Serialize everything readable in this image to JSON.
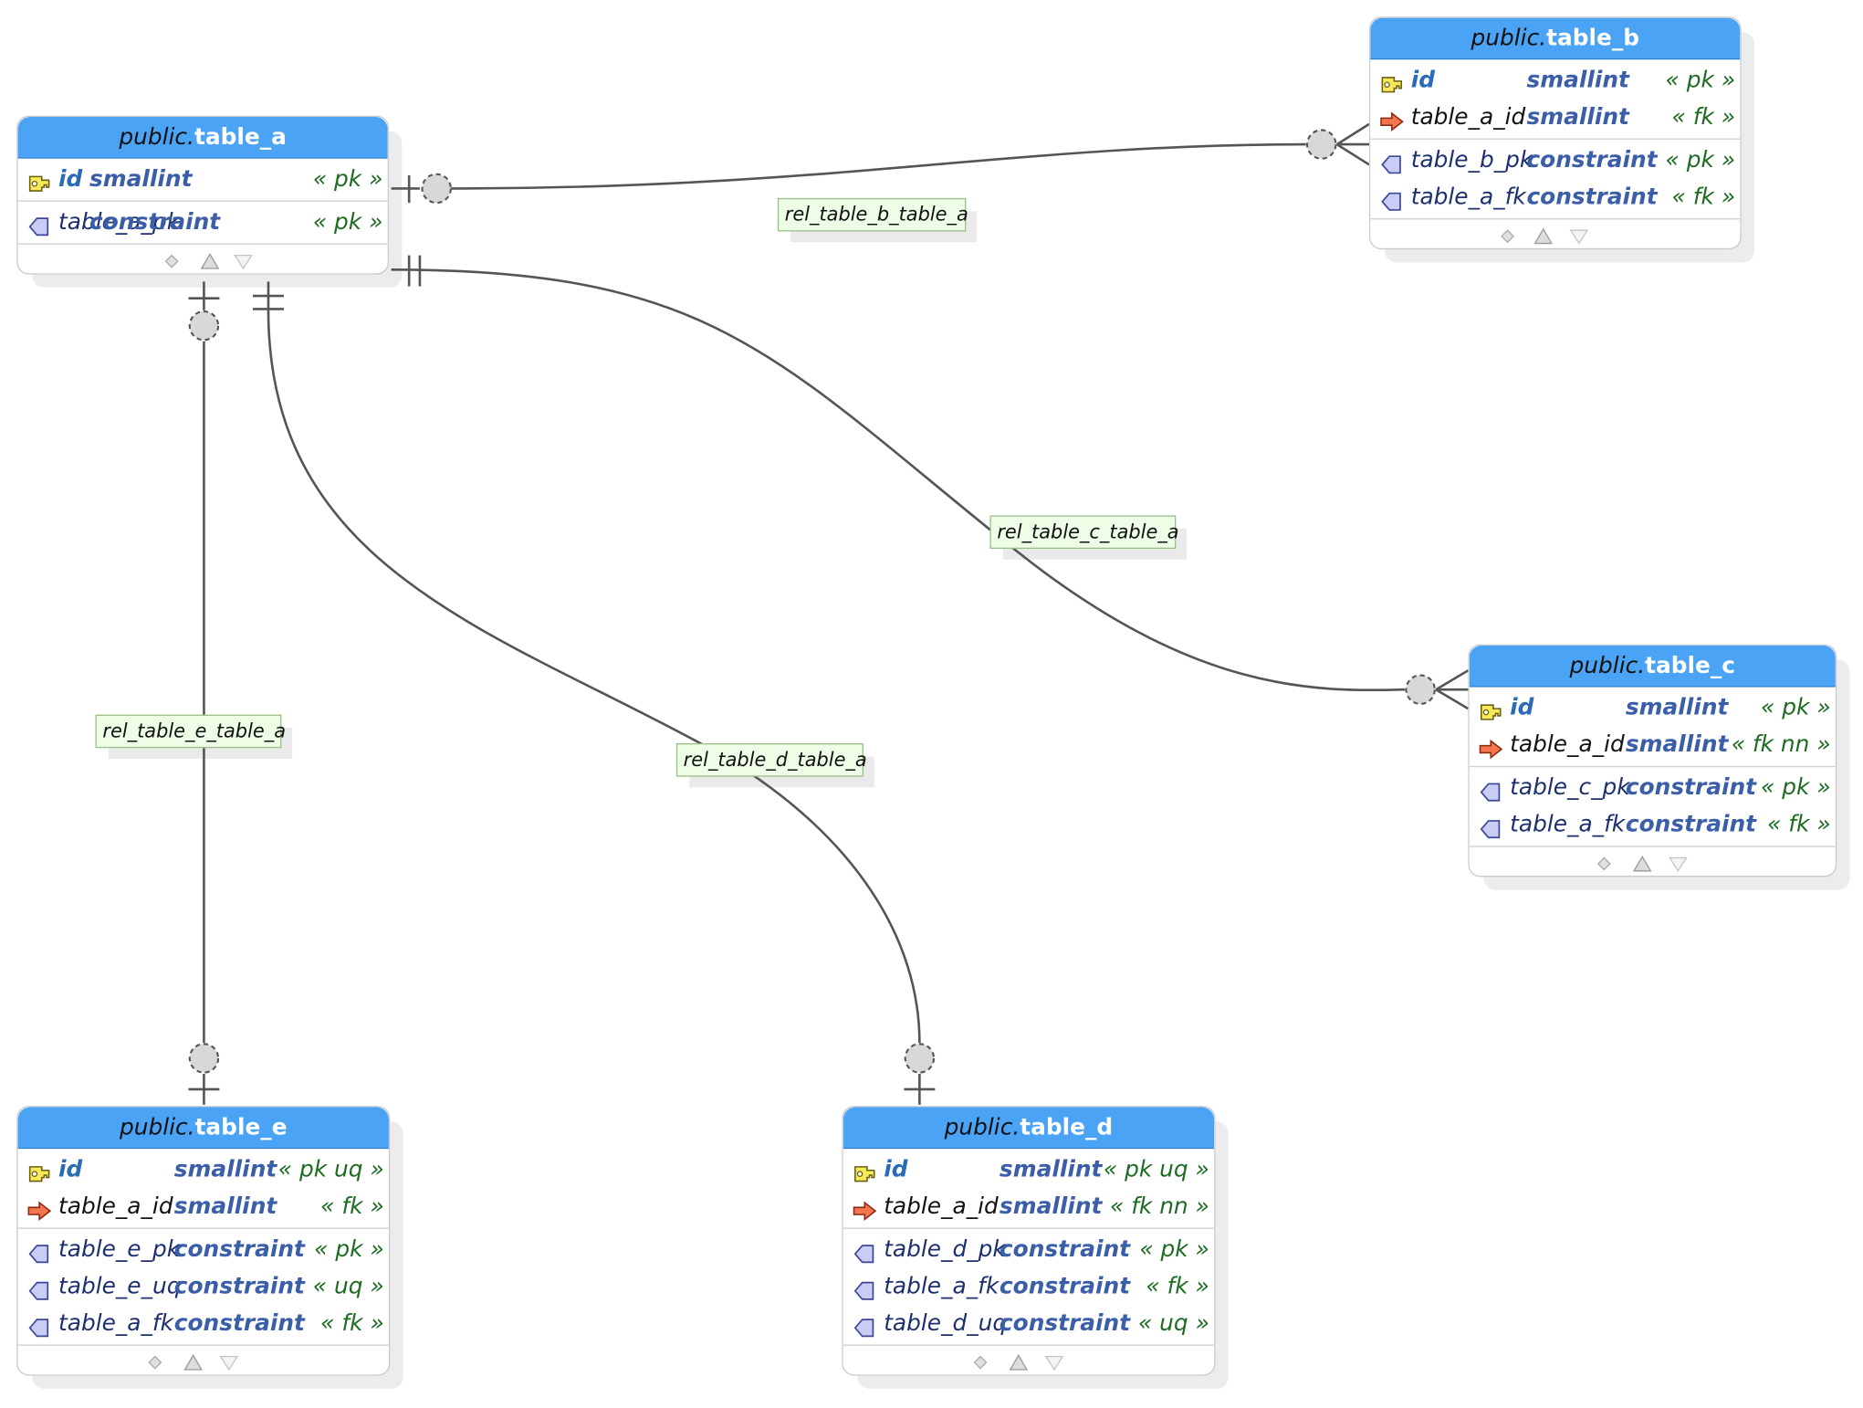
{
  "tables": [
    {
      "id": "table_a",
      "schema": "public.",
      "name": "table_a",
      "columns": [
        {
          "kind": "pk",
          "name": "id",
          "type": "smallint",
          "constraint": "« pk »"
        }
      ],
      "constraints": [
        {
          "name": "table_a_pk",
          "type": "constraint",
          "constraint": "« pk »"
        }
      ]
    },
    {
      "id": "table_b",
      "schema": "public.",
      "name": "table_b",
      "columns": [
        {
          "kind": "pk",
          "name": "id",
          "type": "smallint",
          "constraint": "« pk »"
        },
        {
          "kind": "fk",
          "name": "table_a_id",
          "type": "smallint",
          "constraint": "« fk »"
        }
      ],
      "constraints": [
        {
          "name": "table_b_pk",
          "type": "constraint",
          "constraint": "« pk »"
        },
        {
          "name": "table_a_fk",
          "type": "constraint",
          "constraint": "« fk »"
        }
      ]
    },
    {
      "id": "table_c",
      "schema": "public.",
      "name": "table_c",
      "columns": [
        {
          "kind": "pk",
          "name": "id",
          "type": "smallint",
          "constraint": "« pk »"
        },
        {
          "kind": "fk",
          "name": "table_a_id",
          "type": "smallint",
          "constraint": "« fk nn »"
        }
      ],
      "constraints": [
        {
          "name": "table_c_pk",
          "type": "constraint",
          "constraint": "« pk »"
        },
        {
          "name": "table_a_fk",
          "type": "constraint",
          "constraint": "« fk »"
        }
      ]
    },
    {
      "id": "table_e",
      "schema": "public.",
      "name": "table_e",
      "columns": [
        {
          "kind": "pk",
          "name": "id",
          "type": "smallint",
          "constraint": "« pk uq »"
        },
        {
          "kind": "fk",
          "name": "table_a_id",
          "type": "smallint",
          "constraint": "« fk »"
        }
      ],
      "constraints": [
        {
          "name": "table_e_pk",
          "type": "constraint",
          "constraint": "« pk »"
        },
        {
          "name": "table_e_uq",
          "type": "constraint",
          "constraint": "« uq »"
        },
        {
          "name": "table_a_fk",
          "type": "constraint",
          "constraint": "« fk »"
        }
      ]
    },
    {
      "id": "table_d",
      "schema": "public.",
      "name": "table_d",
      "columns": [
        {
          "kind": "pk",
          "name": "id",
          "type": "smallint",
          "constraint": "« pk uq »"
        },
        {
          "kind": "fk",
          "name": "table_a_id",
          "type": "smallint",
          "constraint": "« fk nn »"
        }
      ],
      "constraints": [
        {
          "name": "table_d_pk",
          "type": "constraint",
          "constraint": "« pk »"
        },
        {
          "name": "table_a_fk",
          "type": "constraint",
          "constraint": "« fk »"
        },
        {
          "name": "table_d_uq",
          "type": "constraint",
          "constraint": "« uq »"
        }
      ]
    }
  ],
  "relationships": [
    {
      "label": "rel_table_b_table_a",
      "from": "table_a",
      "to": "table_b",
      "source_end": "zero-or-one",
      "target_end": "zero-or-many"
    },
    {
      "label": "rel_table_c_table_a",
      "from": "table_a",
      "to": "table_c",
      "source_end": "exactly-one",
      "target_end": "zero-or-many"
    },
    {
      "label": "rel_table_e_table_a",
      "from": "table_a",
      "to": "table_e",
      "source_end": "zero-or-one",
      "target_end": "zero-or-one"
    },
    {
      "label": "rel_table_d_table_a",
      "from": "table_a",
      "to": "table_d",
      "source_end": "exactly-one",
      "target_end": "zero-or-one"
    }
  ],
  "icons": {
    "pk": "key-icon",
    "fk": "arrow-right-icon",
    "constraint": "constraint-icon",
    "footer": [
      "diamond-icon",
      "triangle-up-icon",
      "triangle-down-icon"
    ]
  },
  "colors": {
    "header": "#4aa3f5",
    "pk_name": "#2a6bb8",
    "type": "#3b5ea8",
    "constraint_tag": "#1e6b22",
    "label_bg": "#eefde6",
    "line": "#555555"
  }
}
